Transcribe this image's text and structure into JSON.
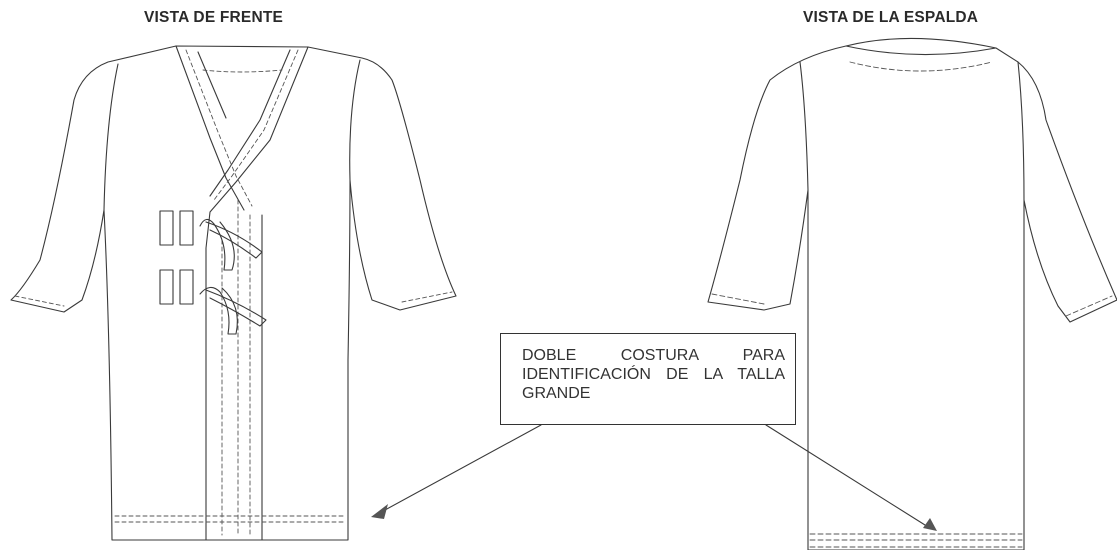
{
  "views": {
    "front_title": "VISTA DE FRENTE",
    "back_title": "VISTA DE LA ESPALDA"
  },
  "callout": {
    "text": "DOBLE COSTURA PARA IDENTIFICACIÓN DE LA TALLA GRANDE"
  },
  "colors": {
    "line": "#3a3a3a",
    "stitch": "#555555",
    "arrow_head": "#555555",
    "background": "#ffffff"
  }
}
